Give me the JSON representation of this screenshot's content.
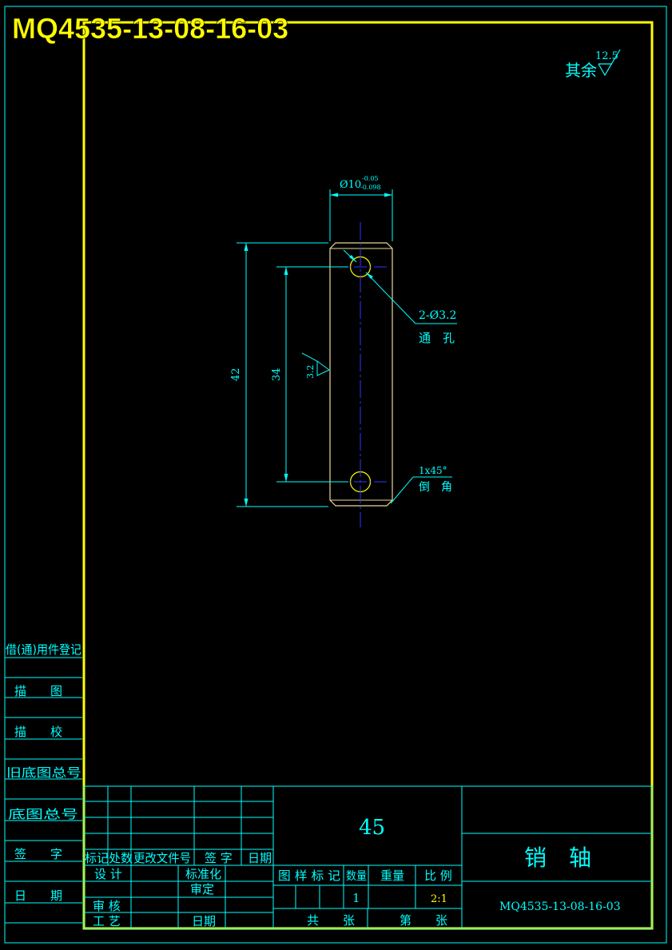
{
  "drawing": {
    "number_header": "MQ4535-13-08-16-03",
    "roughness_other_label": "其余",
    "roughness_other_value": "12.5",
    "roughness_local_value": "3.2",
    "dim_diameter_main": "Ø10",
    "dim_diameter_upper_tol": "-0.05",
    "dim_diameter_lower_tol": "-0.098",
    "dim_overall_length": "42",
    "dim_hole_spacing": "34",
    "hole_callout_spec": "2-Ø3.2",
    "hole_callout_type": "通　孔",
    "chamfer_spec": "1x45°",
    "chamfer_label": "倒　角"
  },
  "side_column": {
    "items": [
      "借(通)用件登记",
      "描　　图",
      "描　　校",
      "旧底图总号",
      "底图总号",
      "签　　字",
      "日　　期"
    ]
  },
  "title_block": {
    "material": "45",
    "part_name": "销　轴",
    "drawing_number": "MQ4535-13-08-16-03",
    "rev_headers": [
      "标记",
      "处数",
      "更改文件号",
      "签 字",
      "日期"
    ],
    "design": "设 计",
    "standardize": "标准化",
    "approve": "审定",
    "check": "审 核",
    "process": "工 艺",
    "date": "日期",
    "col_mark": "图 样 标 记",
    "col_qty": "数量",
    "col_weight": "重量",
    "col_scale": "比 例",
    "qty_value": "1",
    "scale_value": "2:1",
    "total_sheets": "共　　张",
    "sheet_no": "第　　张"
  },
  "colors": {
    "frame": "#ffff00",
    "line": "#00ffff",
    "part": "#e8d89a",
    "centerline": "#3333ff",
    "background": "#000000"
  }
}
